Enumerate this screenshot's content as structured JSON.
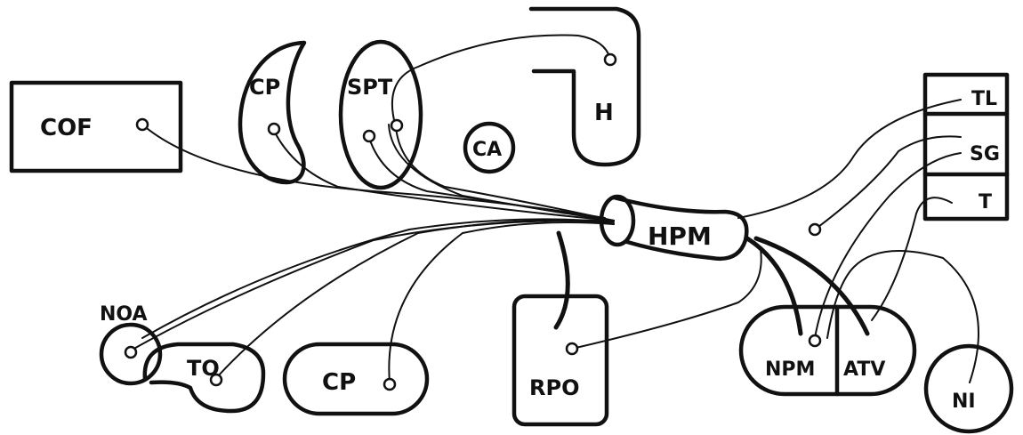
{
  "labels": {
    "cof": "COF",
    "cp_top": "CP",
    "spt": "SPT",
    "h": "H",
    "ca": "CA",
    "hpm": "HPM",
    "tl": "TL",
    "sg": "SG",
    "t": "T",
    "noa": "NOA",
    "to": "TO",
    "cp_bottom": "CP",
    "rpo": "RPO",
    "npm": "NPM",
    "atv": "ATV",
    "ni": "NI"
  }
}
